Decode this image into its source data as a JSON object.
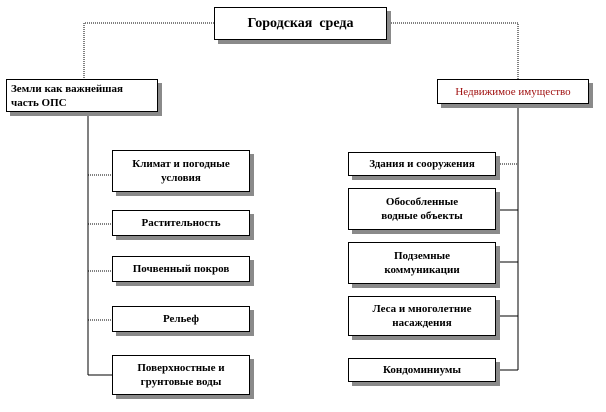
{
  "root": {
    "label": "Городская  среда"
  },
  "left": {
    "heading": "Земли как важнейшая\nчасть ОПС",
    "items": [
      {
        "label": "Климат и погодные\nусловия"
      },
      {
        "label": "Растительность"
      },
      {
        "label": "Почвенный покров"
      },
      {
        "label": "Рельеф"
      },
      {
        "label": "Поверхностные  и\nгрунтовые воды"
      }
    ]
  },
  "right": {
    "heading": "Недвижимое имущество",
    "items": [
      {
        "label": "Здания и сооружения"
      },
      {
        "label": "Обособленные\nводные объекты"
      },
      {
        "label": "Подземные\nкоммуникации"
      },
      {
        "label": "Леса и многолетние\nнасаждения"
      },
      {
        "label": "Кондоминиумы"
      }
    ]
  },
  "colors": {
    "line": "#000000",
    "shadow": "#8a8a8a",
    "accent_text": "#a01010"
  }
}
